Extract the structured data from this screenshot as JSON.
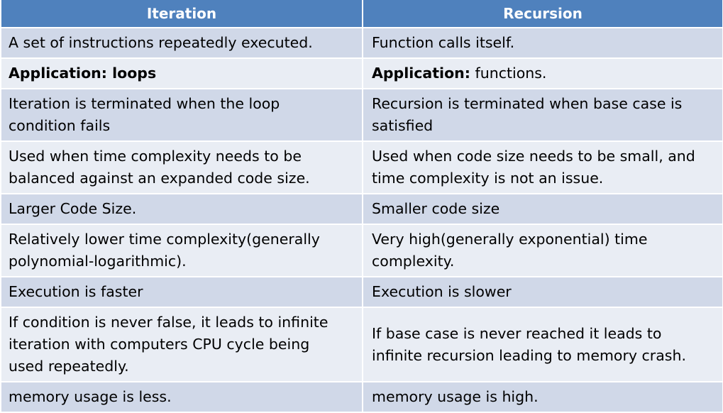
{
  "table": {
    "headers": [
      "Iteration",
      "Recursion"
    ],
    "rows": [
      {
        "iteration": [
          "A set of instructions repeatedly executed."
        ],
        "recursion": [
          "Function calls itself."
        ]
      },
      {
        "iteration_bold": "Application: loops",
        "recursion_bold": "Application:",
        "recursion_rest": " functions."
      },
      {
        "iteration": [
          "Iteration is terminated when the loop",
          "condition fails"
        ],
        "recursion": [
          "Recursion is terminated when base case is",
          "satisfied"
        ]
      },
      {
        "iteration": [
          "Used when time complexity needs to be",
          "balanced against an expanded code size."
        ],
        "recursion": [
          "Used when code size needs to be small, and",
          "time complexity is not an issue."
        ]
      },
      {
        "iteration": [
          "Larger Code Size."
        ],
        "recursion": [
          "Smaller code size"
        ]
      },
      {
        "iteration": [
          "Relatively lower time complexity(generally",
          "polynomial-logarithmic)."
        ],
        "recursion": [
          "Very high(generally exponential) time",
          "complexity."
        ]
      },
      {
        "iteration": [
          "Execution is faster"
        ],
        "recursion": [
          "Execution is slower"
        ]
      },
      {
        "iteration": [
          "If condition is never false, it leads to infinite",
          "iteration with computers CPU cycle being",
          "used repeatedly."
        ],
        "recursion": [
          "If base case is never reached it leads to",
          "infinite recursion leading to memory crash."
        ]
      },
      {
        "iteration": [
          "memory usage is less."
        ],
        "recursion": [
          "memory usage is high."
        ]
      }
    ]
  },
  "colors": {
    "header_bg": "#4f81bd",
    "row_odd_bg": "#d0d8e8",
    "row_even_bg": "#e9edf4",
    "header_text": "#ffffff",
    "body_text": "#000000"
  }
}
